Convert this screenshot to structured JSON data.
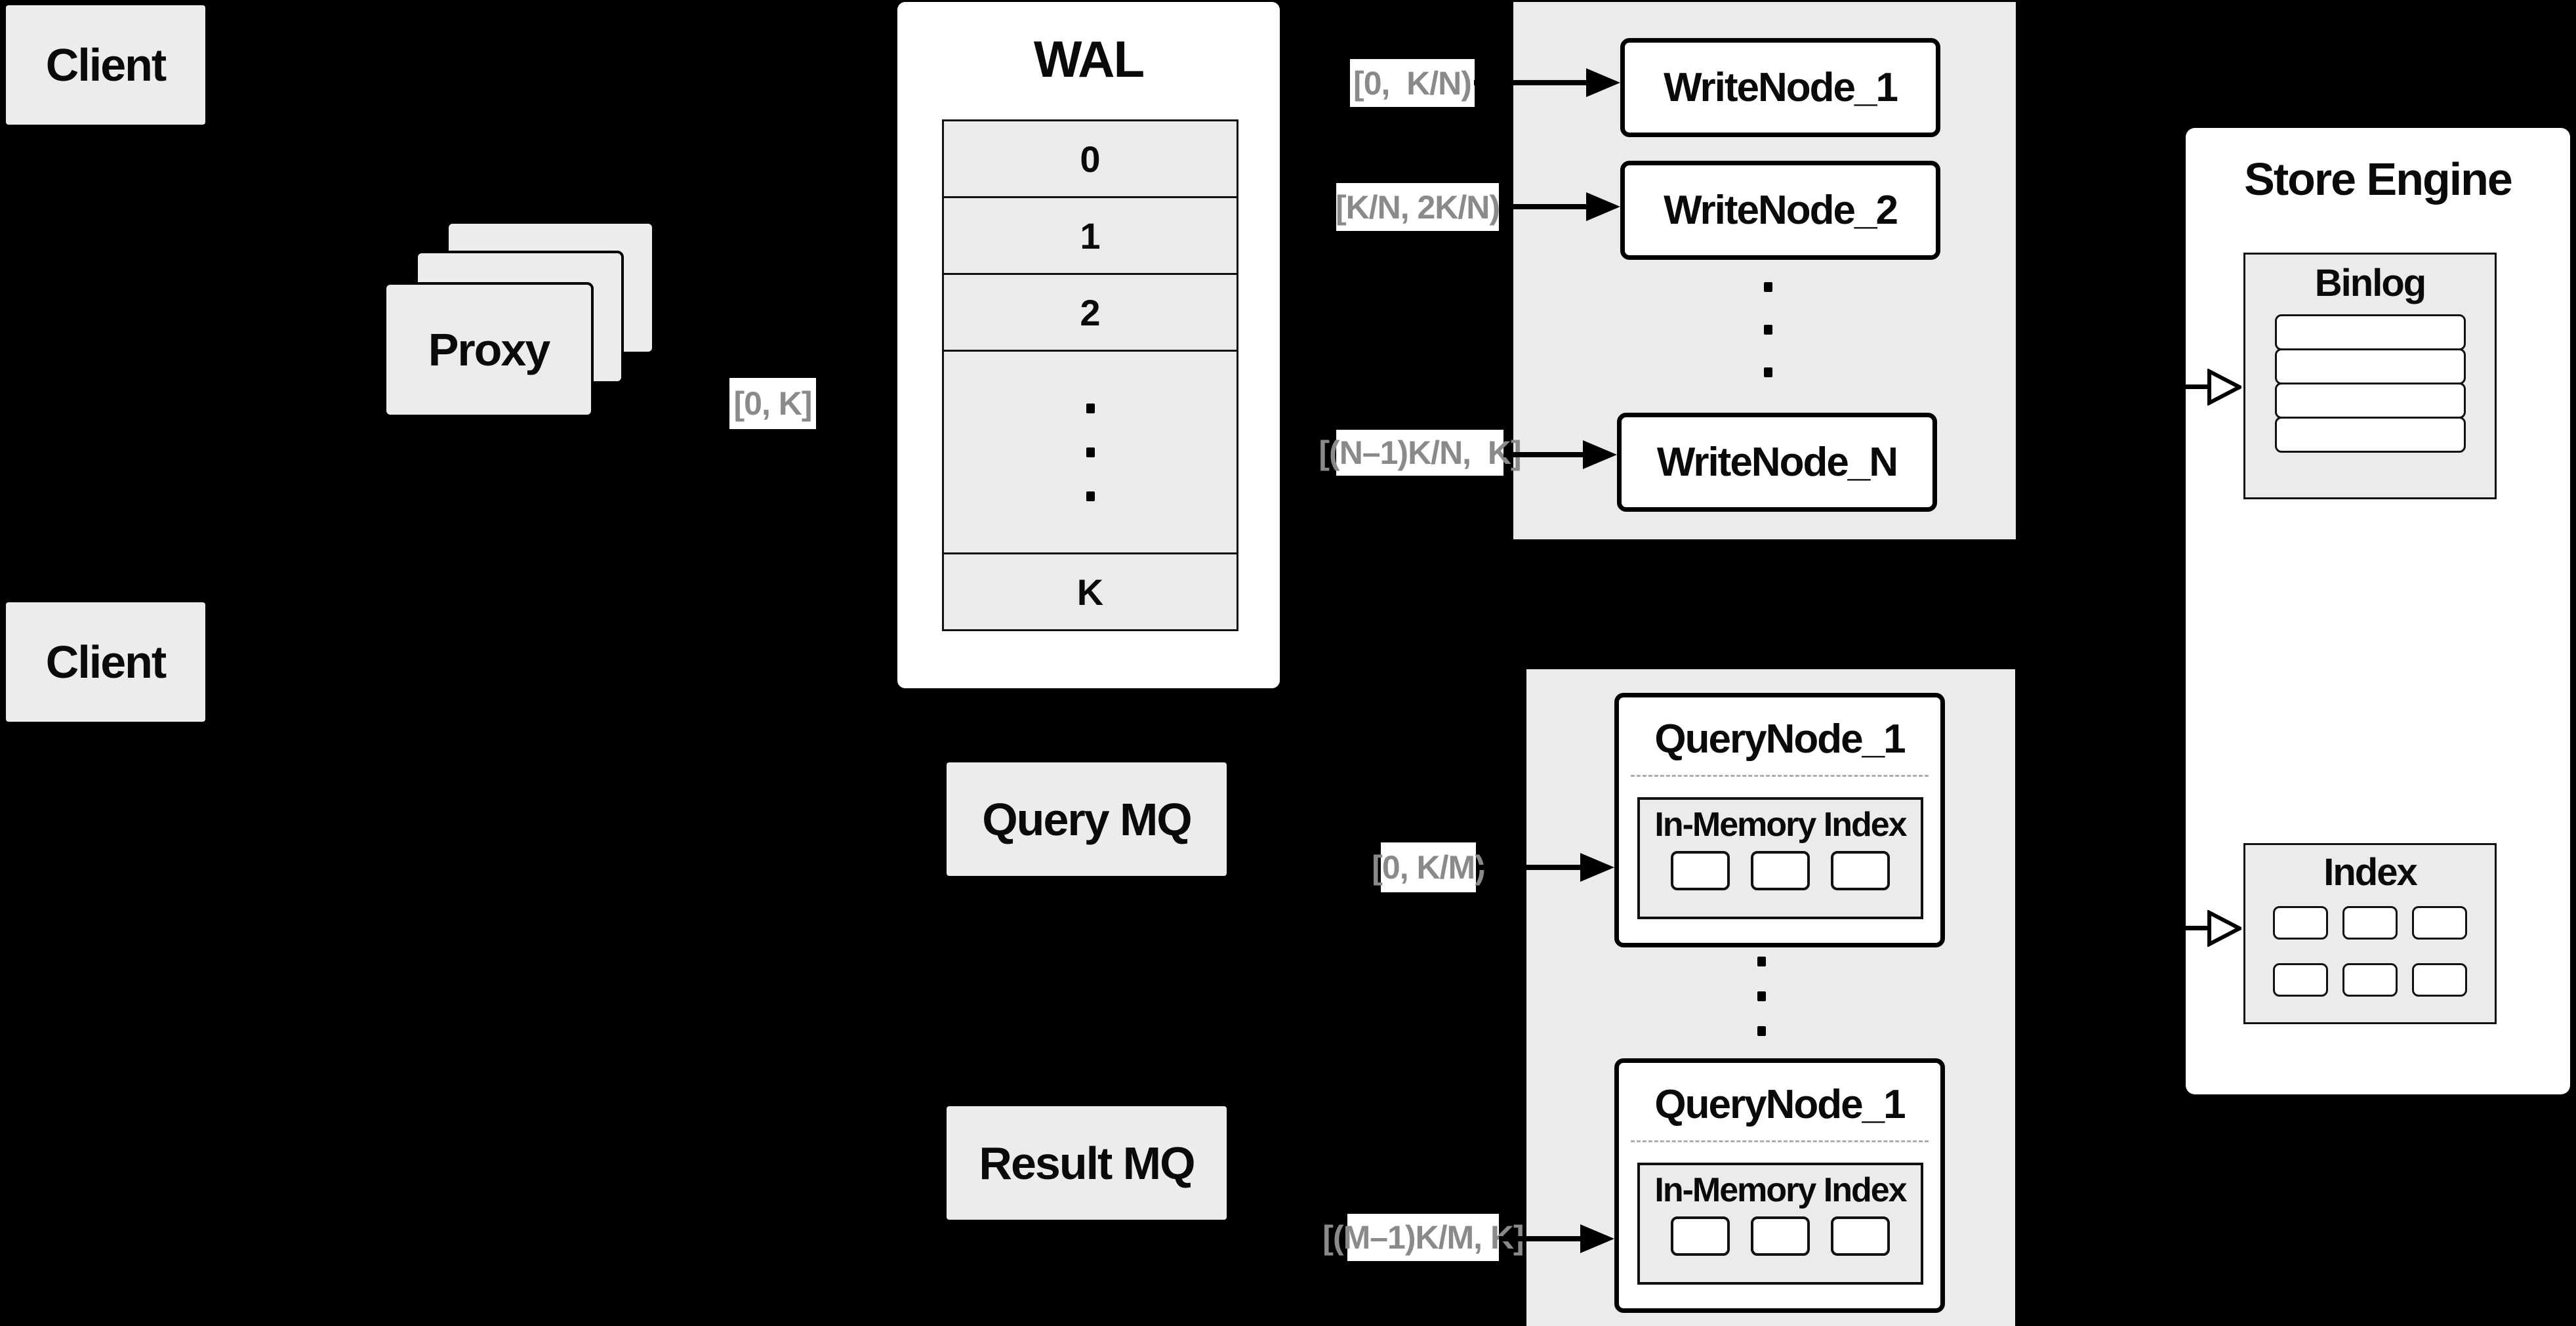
{
  "colors": {
    "background": "#000000",
    "panel_gray": "#ebebeb",
    "card_gray": "#ececec",
    "node_fill": "#ffffff",
    "stroke": "#000000",
    "range_label_text": "#8a8a8a"
  },
  "nodes": {
    "client_top": {
      "label": "Client"
    },
    "client_bottom": {
      "label": "Client"
    },
    "proxy": {
      "label": "Proxy"
    },
    "query_mq": {
      "label": "Query MQ"
    },
    "result_mq": {
      "label": "Result MQ"
    }
  },
  "edge_labels": {
    "proxy_to_wal": "[0, K]"
  },
  "wal": {
    "title": "WAL",
    "segments": [
      "0",
      "1",
      "2"
    ],
    "segment_last": "K"
  },
  "write_group": {
    "ranges": [
      "[0,  K/N)",
      "[K/N, 2K/N)",
      "[(N–1)K/N,  K]"
    ],
    "nodes": [
      "WriteNode_1",
      "WriteNode_2",
      "WriteNode_N"
    ]
  },
  "store_engine": {
    "title": "Store Engine",
    "binlog_title": "Binlog",
    "index_title": "Index"
  },
  "query_group": {
    "ranges": [
      "[0, K/M)",
      "[(M–1)K/M, K]"
    ],
    "nodes": [
      {
        "title": "QueryNode_1",
        "inner_title": "In-Memory Index"
      },
      {
        "title": "QueryNode_1",
        "inner_title": "In-Memory Index"
      }
    ]
  }
}
